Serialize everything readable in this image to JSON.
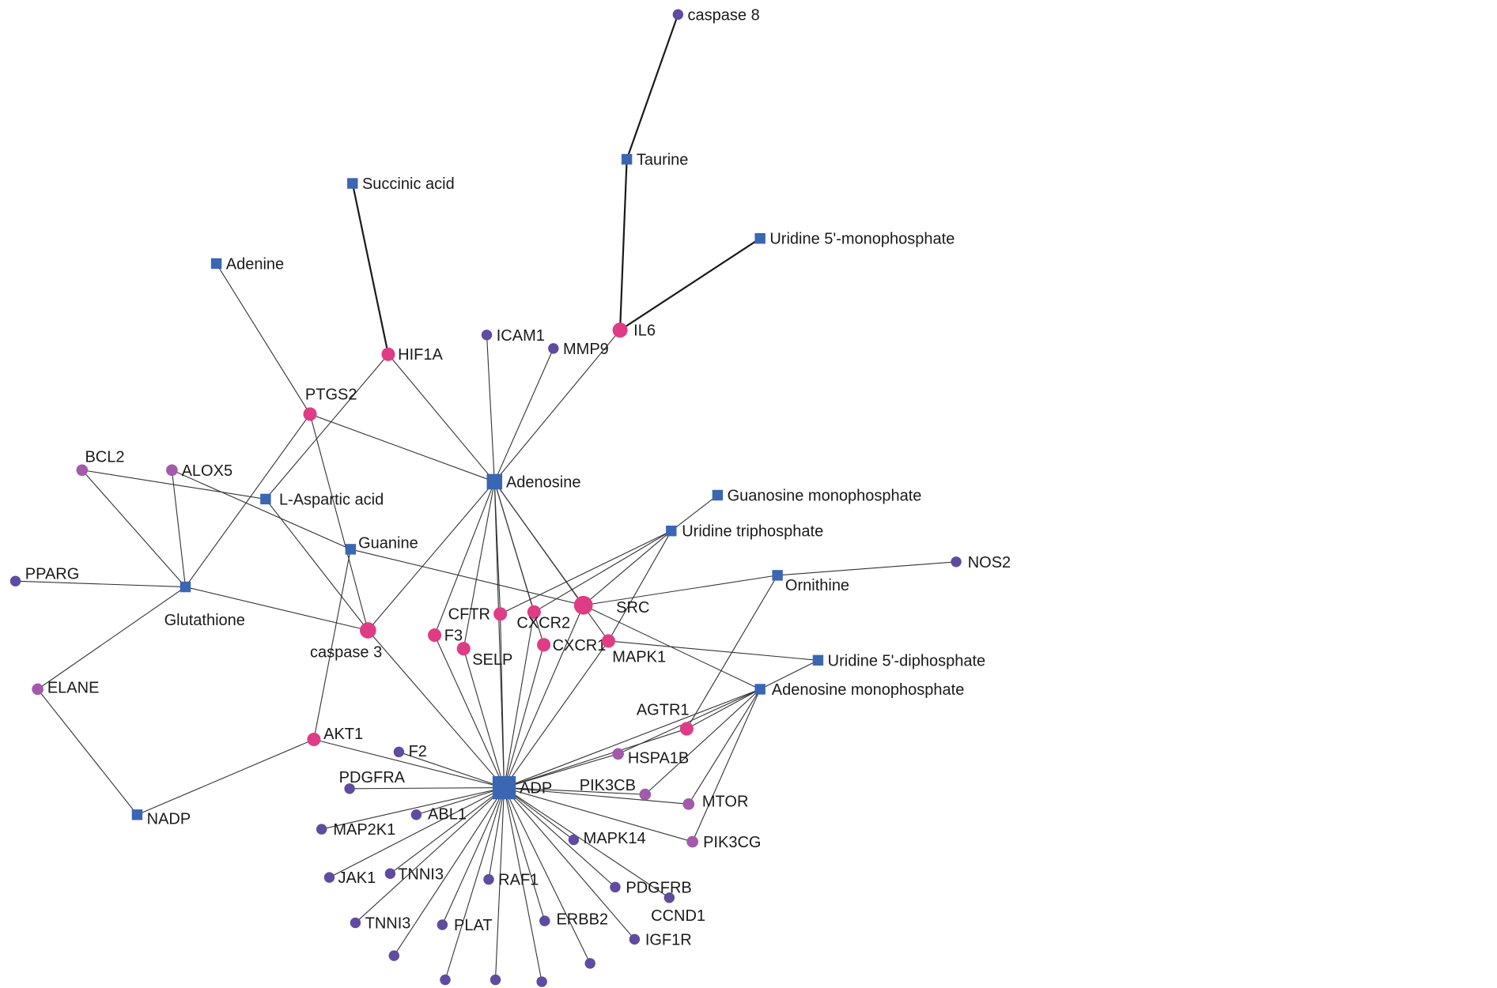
{
  "colors": {
    "metabolite": "#3a66b3",
    "target_strong": "#df3c86",
    "target_medium": "#a35aab",
    "target_weak": "#5f4b9f",
    "edge": "#333333"
  },
  "nodes": [
    {
      "id": "caspase8",
      "label": "caspase 8",
      "kind": "target_weak"
    },
    {
      "id": "taurine",
      "label": "Taurine",
      "kind": "metabolite"
    },
    {
      "id": "succinic",
      "label": "Succinic acid",
      "kind": "metabolite"
    },
    {
      "id": "ump",
      "label": "Uridine 5'-monophosphate",
      "kind": "metabolite"
    },
    {
      "id": "adenine",
      "label": "Adenine",
      "kind": "metabolite"
    },
    {
      "id": "icam1",
      "label": "ICAM1",
      "kind": "target_weak"
    },
    {
      "id": "mmp9",
      "label": "MMP9",
      "kind": "target_weak"
    },
    {
      "id": "il6",
      "label": "IL6",
      "kind": "target_strong"
    },
    {
      "id": "hif1a",
      "label": "HIF1A",
      "kind": "target_strong"
    },
    {
      "id": "ptgs2",
      "label": "PTGS2",
      "kind": "target_strong"
    },
    {
      "id": "bcl2",
      "label": "BCL2",
      "kind": "target_medium"
    },
    {
      "id": "alox5",
      "label": "ALOX5",
      "kind": "target_medium"
    },
    {
      "id": "aspartic",
      "label": "L-Aspartic acid",
      "kind": "metabolite"
    },
    {
      "id": "adenosine",
      "label": "Adenosine",
      "kind": "metabolite"
    },
    {
      "id": "gmp",
      "label": "Guanosine monophosphate",
      "kind": "metabolite"
    },
    {
      "id": "utp",
      "label": "Uridine triphosphate",
      "kind": "metabolite"
    },
    {
      "id": "guanine",
      "label": "Guanine",
      "kind": "metabolite"
    },
    {
      "id": "nos2",
      "label": "NOS2",
      "kind": "target_weak"
    },
    {
      "id": "pparg",
      "label": "PPARG",
      "kind": "target_weak"
    },
    {
      "id": "glutathione",
      "label": "Glutathione",
      "kind": "metabolite"
    },
    {
      "id": "ornithine",
      "label": "Ornithine",
      "kind": "metabolite"
    },
    {
      "id": "src",
      "label": "SRC",
      "kind": "target_strong"
    },
    {
      "id": "cftr",
      "label": "CFTR",
      "kind": "target_strong"
    },
    {
      "id": "cxcr2",
      "label": "CXCR2",
      "kind": "target_strong"
    },
    {
      "id": "f3",
      "label": "F3",
      "kind": "target_strong"
    },
    {
      "id": "caspase3",
      "label": "caspase 3",
      "kind": "target_strong"
    },
    {
      "id": "selp",
      "label": "SELP",
      "kind": "target_strong"
    },
    {
      "id": "cxcr1",
      "label": "CXCR1",
      "kind": "target_strong"
    },
    {
      "id": "mapk1",
      "label": "MAPK1",
      "kind": "target_strong"
    },
    {
      "id": "udp",
      "label": "Uridine 5'-diphosphate",
      "kind": "metabolite"
    },
    {
      "id": "elane",
      "label": "ELANE",
      "kind": "target_medium"
    },
    {
      "id": "amp",
      "label": "Adenosine monophosphate",
      "kind": "metabolite"
    },
    {
      "id": "agtr1",
      "label": "AGTR1",
      "kind": "target_strong"
    },
    {
      "id": "akt1",
      "label": "AKT1",
      "kind": "target_strong"
    },
    {
      "id": "f2",
      "label": "F2",
      "kind": "target_weak"
    },
    {
      "id": "hspa1b",
      "label": "HSPA1B",
      "kind": "target_medium"
    },
    {
      "id": "pdgfra",
      "label": "PDGFRA",
      "kind": "target_weak"
    },
    {
      "id": "adp",
      "label": "ADP",
      "kind": "metabolite"
    },
    {
      "id": "pik3cb",
      "label": "PIK3CB",
      "kind": "target_medium"
    },
    {
      "id": "mtor",
      "label": "MTOR",
      "kind": "target_medium"
    },
    {
      "id": "nadp",
      "label": "NADP",
      "kind": "metabolite"
    },
    {
      "id": "abl1",
      "label": "ABL1",
      "kind": "target_weak"
    },
    {
      "id": "map2k1",
      "label": "MAP2K1",
      "kind": "target_weak"
    },
    {
      "id": "mapk14",
      "label": "MAPK14",
      "kind": "target_weak"
    },
    {
      "id": "pik3cg",
      "label": "PIK3CG",
      "kind": "target_medium"
    },
    {
      "id": "jak1",
      "label": "JAK1",
      "kind": "target_weak"
    },
    {
      "id": "tnni3a",
      "label": "TNNI3",
      "kind": "target_weak"
    },
    {
      "id": "raf1",
      "label": "RAF1",
      "kind": "target_weak"
    },
    {
      "id": "pdgfrb",
      "label": "PDGFRB",
      "kind": "target_weak"
    },
    {
      "id": "ccnd1",
      "label": "CCND1",
      "kind": "target_weak"
    },
    {
      "id": "tnni3b",
      "label": "TNNI3",
      "kind": "target_weak"
    },
    {
      "id": "plat",
      "label": "PLAT",
      "kind": "target_weak"
    },
    {
      "id": "erbb2",
      "label": "ERBB2",
      "kind": "target_weak"
    },
    {
      "id": "igf1r",
      "label": "IGF1R",
      "kind": "target_weak"
    },
    {
      "id": "u1",
      "label": "",
      "kind": "target_weak"
    },
    {
      "id": "u2",
      "label": "",
      "kind": "target_weak"
    },
    {
      "id": "u3",
      "label": "",
      "kind": "target_weak"
    },
    {
      "id": "u4",
      "label": "",
      "kind": "target_weak"
    },
    {
      "id": "u5",
      "label": "",
      "kind": "target_weak"
    }
  ],
  "edges": [
    [
      "caspase8",
      "taurine",
      "strong"
    ],
    [
      "taurine",
      "il6",
      "strong"
    ],
    [
      "ump",
      "il6",
      "strong"
    ],
    [
      "succinic",
      "hif1a",
      "strong"
    ],
    [
      "adenine",
      "ptgs2"
    ],
    [
      "ptgs2",
      "caspase3"
    ],
    [
      "ptgs2",
      "adenosine"
    ],
    [
      "ptgs2",
      "glutathione"
    ],
    [
      "hif1a",
      "adenosine"
    ],
    [
      "hif1a",
      "aspartic"
    ],
    [
      "bcl2",
      "aspartic"
    ],
    [
      "bcl2",
      "glutathione"
    ],
    [
      "alox5",
      "glutathione"
    ],
    [
      "alox5",
      "guanine"
    ],
    [
      "pparg",
      "glutathione"
    ],
    [
      "elane",
      "glutathione"
    ],
    [
      "elane",
      "nadp"
    ],
    [
      "glutathione",
      "caspase3"
    ],
    [
      "aspartic",
      "caspase3"
    ],
    [
      "icam1",
      "adenosine"
    ],
    [
      "mmp9",
      "adenosine"
    ],
    [
      "il6",
      "adenosine"
    ],
    [
      "adenosine",
      "caspase3"
    ],
    [
      "adenosine",
      "f3"
    ],
    [
      "adenosine",
      "selp"
    ],
    [
      "adenosine",
      "cftr"
    ],
    [
      "adenosine",
      "cxcr2"
    ],
    [
      "adenosine",
      "cxcr1"
    ],
    [
      "adenosine",
      "src"
    ],
    [
      "adenosine",
      "mapk1"
    ],
    [
      "adenosine",
      "adp"
    ],
    [
      "gmp",
      "utp"
    ],
    [
      "utp",
      "cftr"
    ],
    [
      "utp",
      "cxcr2"
    ],
    [
      "utp",
      "src"
    ],
    [
      "utp",
      "mapk1"
    ],
    [
      "guanine",
      "src"
    ],
    [
      "guanine",
      "akt1"
    ],
    [
      "nos2",
      "ornithine"
    ],
    [
      "ornithine",
      "src"
    ],
    [
      "ornithine",
      "agtr1"
    ],
    [
      "udp",
      "mapk1"
    ],
    [
      "udp",
      "amp"
    ],
    [
      "src",
      "amp"
    ],
    [
      "amp",
      "agtr1"
    ],
    [
      "amp",
      "hspa1b"
    ],
    [
      "amp",
      "pik3cb"
    ],
    [
      "amp",
      "mtor"
    ],
    [
      "amp",
      "pik3cg"
    ],
    [
      "amp",
      "adp"
    ],
    [
      "nadp",
      "akt1"
    ],
    [
      "akt1",
      "adp"
    ],
    [
      "caspase3",
      "adp"
    ],
    [
      "f3",
      "adp"
    ],
    [
      "selp",
      "adp"
    ],
    [
      "cftr",
      "adp"
    ],
    [
      "cxcr2",
      "adp"
    ],
    [
      "cxcr1",
      "adp"
    ],
    [
      "src",
      "adp"
    ],
    [
      "mapk1",
      "adp"
    ],
    [
      "agtr1",
      "adp"
    ],
    [
      "f2",
      "adp"
    ],
    [
      "hspa1b",
      "adp"
    ],
    [
      "pdgfra",
      "adp"
    ],
    [
      "pik3cb",
      "adp"
    ],
    [
      "mtor",
      "adp"
    ],
    [
      "abl1",
      "adp"
    ],
    [
      "map2k1",
      "adp"
    ],
    [
      "mapk14",
      "adp"
    ],
    [
      "pik3cg",
      "adp"
    ],
    [
      "jak1",
      "adp"
    ],
    [
      "tnni3a",
      "adp"
    ],
    [
      "raf1",
      "adp"
    ],
    [
      "pdgfrb",
      "adp"
    ],
    [
      "ccnd1",
      "adp"
    ],
    [
      "tnni3b",
      "adp"
    ],
    [
      "plat",
      "adp"
    ],
    [
      "erbb2",
      "adp"
    ],
    [
      "igf1r",
      "adp"
    ],
    [
      "u1",
      "adp"
    ],
    [
      "u2",
      "adp"
    ],
    [
      "u3",
      "adp"
    ],
    [
      "u4",
      "adp"
    ],
    [
      "u5",
      "adp"
    ]
  ]
}
